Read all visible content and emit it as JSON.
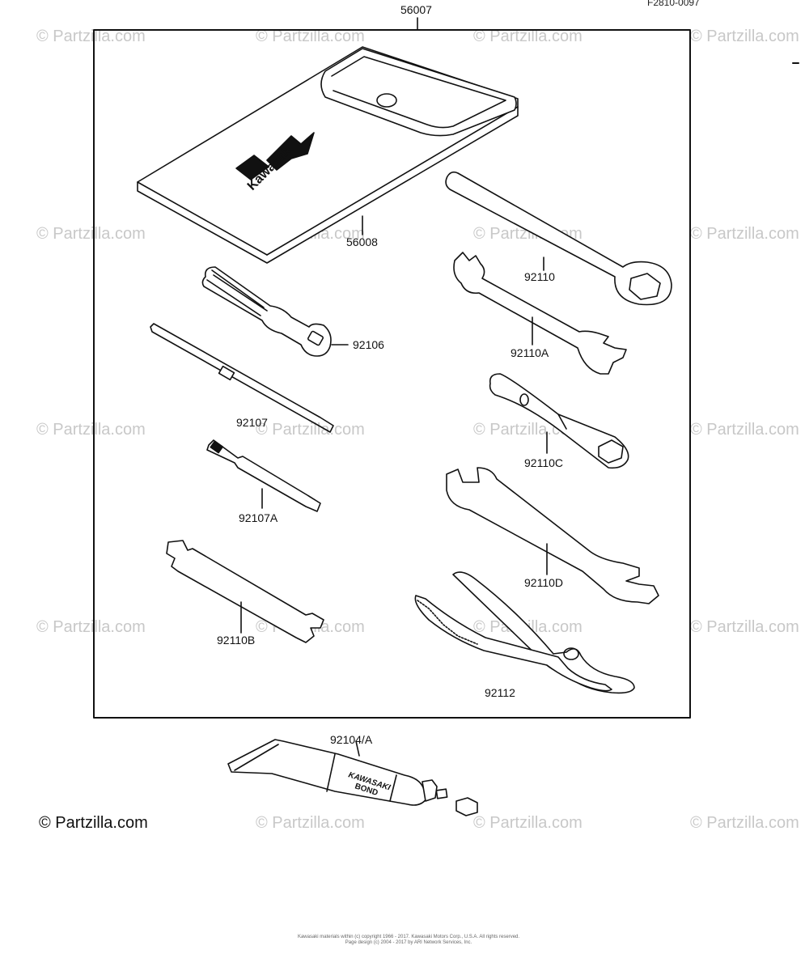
{
  "figure_code": "F2810-0097",
  "copyright": "© Partzilla.com",
  "watermark": "© Partzilla.com",
  "legal_lines": [
    "Kawasaki materials within (c) copyright 1966 - 2017. Kawasaki Motors Corp., U.S.A. All rights reserved.",
    "Page design (c) 2004 - 2017 by ARI Network Services, Inc."
  ],
  "parts": {
    "kit": "56007",
    "pouch": "56008",
    "handle": "92106",
    "screwdriver": "92107",
    "screwdriver_bit": "92107A",
    "box_wrench": "92110",
    "wrench_a": "92110A",
    "spark_plug_wrench": "92110C",
    "wrench_d": "92110D",
    "wrench_b": "92110B",
    "pliers": "92112",
    "bond_tube": "92104/A"
  },
  "pouch_logo_text": "Kawasaki",
  "tube_label": [
    "KAWASAKI",
    "BOND"
  ]
}
